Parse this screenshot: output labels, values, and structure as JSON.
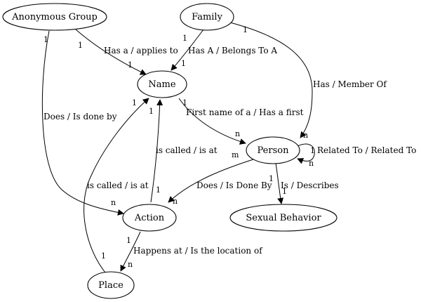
{
  "nodes": {
    "anonymous_group": "Anonymous Group",
    "family": "Family",
    "name": "Name",
    "person": "Person",
    "action": "Action",
    "sexual_behavior": "Sexual Behavior",
    "place": "Place"
  },
  "edges": {
    "group_name": {
      "label": "Has a / applies to",
      "card_tail": "1",
      "card_head": "1"
    },
    "family_name": {
      "label": "Has A / Belongs To A",
      "card_tail": "1",
      "card_head": "1"
    },
    "family_person": {
      "label": "Has / Member Of",
      "card_tail": "1",
      "card_head": "n"
    },
    "group_action": {
      "label": "Does / Is done by",
      "card_tail": "1",
      "card_head": "n"
    },
    "name_person": {
      "label": "First name of a / Has a first",
      "card_tail": "1",
      "card_head": "n"
    },
    "person_self": {
      "label": "Related To / Related To",
      "card_tail": "1",
      "card_head": "n"
    },
    "action_name": {
      "label": "is called / is at",
      "card_tail": "1",
      "card_head": "1"
    },
    "place_name": {
      "label": "is called / is at",
      "card_tail": "1",
      "card_head": "1"
    },
    "person_action": {
      "label": "Does / Is Done By",
      "card_tail": "m",
      "card_head": "n"
    },
    "person_sexual": {
      "label": "Is / Describes",
      "card_tail": "1",
      "card_head": "1"
    },
    "action_place": {
      "label": "Happens at / Is the location of",
      "card_tail": "1",
      "card_head": "n"
    }
  }
}
